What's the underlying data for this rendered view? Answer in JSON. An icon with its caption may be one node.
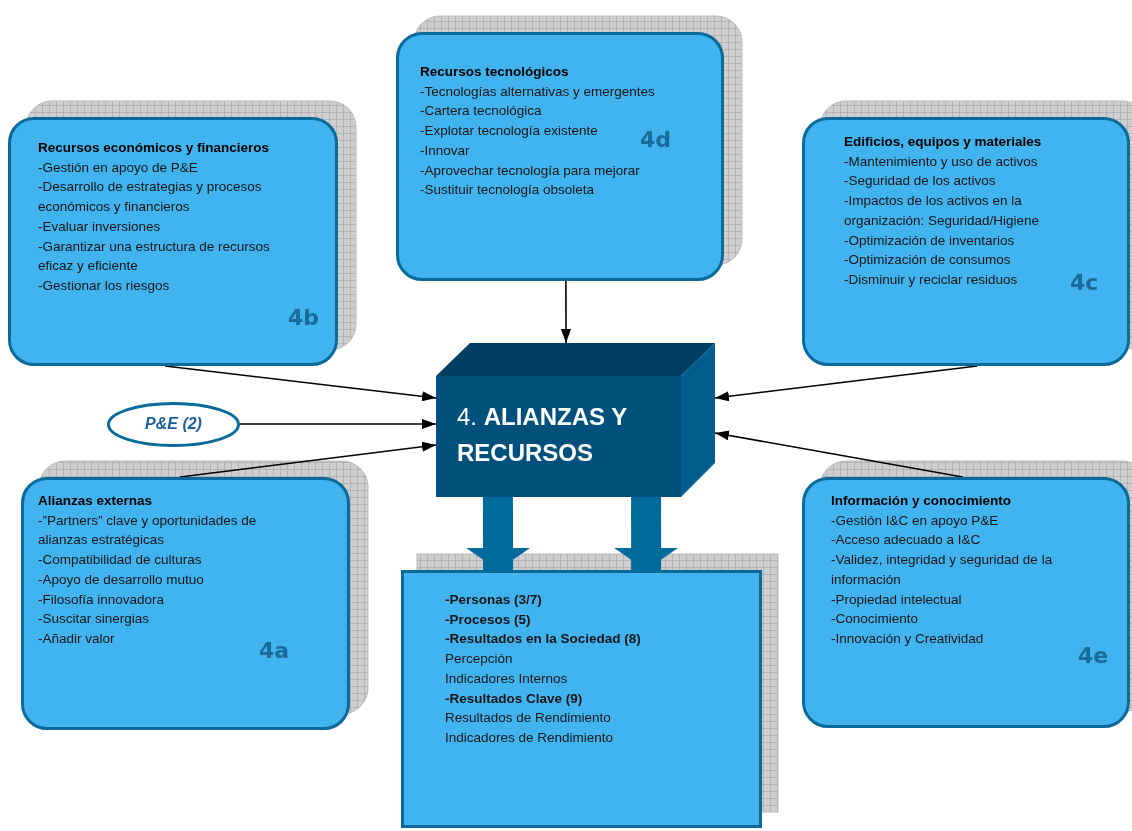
{
  "diagram": {
    "nodes": [
      {
        "text": [
          "Recursos tecnológicos",
          "-Tecnologías alternativas y emergentes",
          "-Cartera tecnológica",
          "-Explotar tecnología existente",
          "-Innovar",
          "-Aprovechar tecnología para mejorar",
          "-Sustituir tecnología obsoleta",
          "4d"
        ]
      },
      {
        "text": [
          "Recursos económicos y financieros",
          "-Gestión en apoyo de P&E",
          "-Desarrollo de estrategias y procesos económicos y financieros",
          "-Evaluar inversiones",
          "-Garantizar una estructura de recursos eficaz y eficiente",
          "-Gestionar los riesgos",
          "4b"
        ]
      },
      {
        "text": [
          "Edificios, equipos y materiales",
          "-Mantenimiento y uso de activos",
          "-Seguridad de los activos",
          "-Impactos de los activos en la organización: Seguridad/Higiene",
          "-Optimización de inventarios",
          "-Optimización de consumos",
          "-Disminuir y reciclar residuos",
          "4c"
        ]
      },
      {
        "text": [
          "4. **ALIANZAS Y RECURSOS**"
        ]
      },
      {
        "text": [
          "P&E (2)"
        ]
      },
      {
        "text": [
          "Alianzas externas",
          "-”Partners” clave y oportunidades de alianzas estratégicas",
          "-Compatibilidad de culturas",
          "-Apoyo de desarrollo mutuo",
          "-Filosofía innovadora",
          "-Suscitar sinergias",
          "-Añadir valor",
          "4a"
        ]
      },
      {
        "text": [
          "Información y conocimiento",
          "-Gestión I&C en apoyo P&E",
          "-Acceso adecuado a I&C",
          "-Validez, integridad y seguridad de la información",
          "-Propiedad intelectual",
          "-Conocimiento",
          "-Innovación y Creatividad",
          "4e"
        ]
      },
      {
        "text": [
          "**-Personas (3/7)**",
          "**-Procesos (5)**",
          "**-Resultados en la Sociedad (8)**",
          "Percepción",
          "Indicadores Internos",
          "**-Resultados Clave (9)**",
          "Resultados de Rendimiento",
          "Indicadores de Rendimiento"
        ]
      }
    ],
    "edges": [
      {
        "from": 0,
        "to": 3,
        "arrow": "to"
      },
      {
        "from": 1,
        "to": 3,
        "arrow": "to"
      },
      {
        "from": 2,
        "to": 3,
        "arrow": "to"
      },
      {
        "from": 4,
        "to": 3,
        "arrow": "to"
      },
      {
        "from": 5,
        "to": 3,
        "arrow": "to"
      },
      {
        "from": 6,
        "to": 3,
        "arrow": "to"
      },
      {
        "from": 3,
        "to": 7,
        "arrow": "to",
        "style": "thick",
        "color": "#006a9c"
      },
      {
        "from": 3,
        "to": 7,
        "arrow": "to",
        "style": "thick",
        "color": "#006a9c"
      }
    ]
  }
}
